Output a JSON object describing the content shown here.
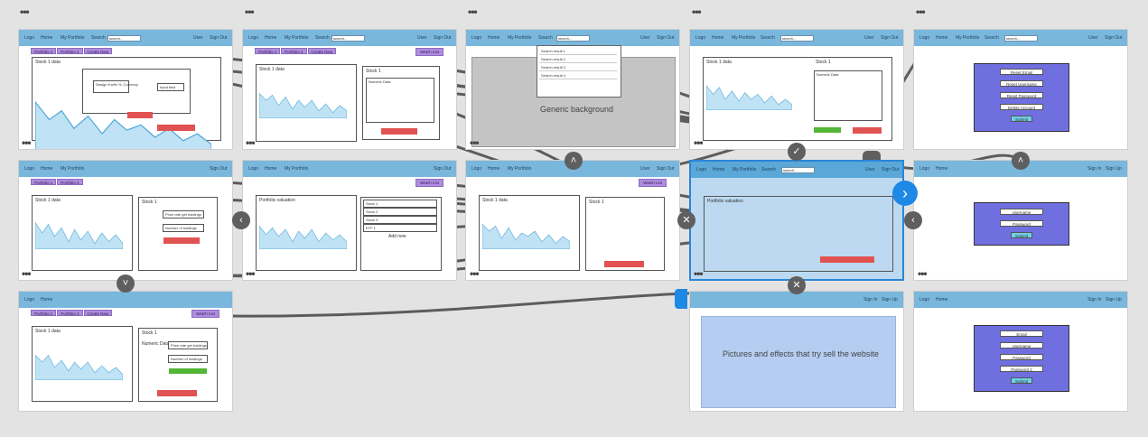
{
  "nav": {
    "logo": "Logo",
    "home": "Home",
    "portfolio": "My Portfolio",
    "search_label": "Search",
    "search_value": "search...",
    "user": "User",
    "sign_out": "Sign Out",
    "sign_in": "Sign In",
    "sign_up": "Sign Up"
  },
  "tabs": {
    "portfolio1": "Portfolio 1",
    "portfolio2": "Portfolio 2",
    "create_new": "Create New",
    "watch_list": "Watch List"
  },
  "labels": {
    "stock1_data": "Stock 1 data",
    "stock1": "Stock 1",
    "stock2": "Stock 2",
    "stock3": "Stock 3",
    "stock4": "ETF 1",
    "numeric_data": "Numeric Data",
    "portfolio_valuation": "Portfolio valuation",
    "add_new": "Add new",
    "price_rate": "Price rate get holdings",
    "number_holdings": "Number of holdings",
    "currency_dialog": "Design it with %, Currency",
    "input_field": "Input field",
    "generic_background": "Generic background",
    "promo_text": "Pictures and effects that try sell the website"
  },
  "search_results": [
    "Search result 1",
    "Search result 2",
    "Search result 3",
    "Search result 4"
  ],
  "account_menu": [
    "Reset Email",
    "Reset Username",
    "Reset Password",
    "Delete Account"
  ],
  "signin_fields": [
    "Username",
    "Password"
  ],
  "signup_fields": [
    "Email",
    "Username",
    "Password",
    "Password 2"
  ],
  "submit": "Submit",
  "ellipsis": "•••"
}
